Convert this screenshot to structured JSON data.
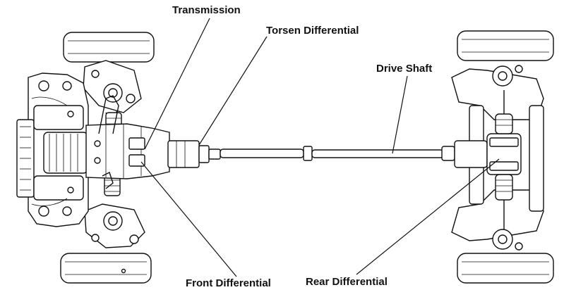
{
  "labels": {
    "transmission": "Transmission",
    "torsen_differential": "Torsen Differential",
    "drive_shaft": "Drive Shaft",
    "front_differential": "Front Differential",
    "rear_differential": "Rear Differential"
  }
}
